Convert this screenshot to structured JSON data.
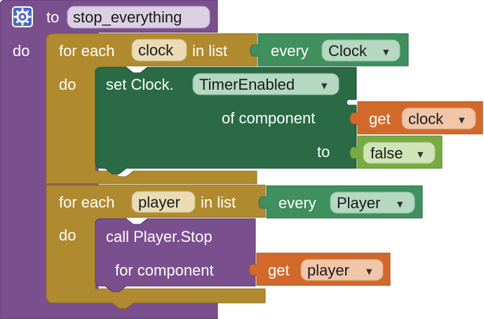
{
  "procedure": {
    "to_label": "to",
    "name": "stop_everything",
    "do_label": "do",
    "gear_icon": "gear-icon"
  },
  "loop_clock": {
    "for_each_label": "for each",
    "var_name": "clock",
    "in_list_label": "in list",
    "do_label": "do",
    "every_label": "every",
    "every_component": "Clock"
  },
  "set_block": {
    "set_label": "set Clock.",
    "property": "TimerEnabled",
    "of_component_label": "of component",
    "to_label": "to",
    "get_label": "get",
    "get_var": "clock",
    "value": "false"
  },
  "loop_player": {
    "for_each_label": "for each",
    "var_name": "player",
    "in_list_label": "in list",
    "do_label": "do",
    "every_label": "every",
    "every_component": "Player"
  },
  "call_block": {
    "call_label": "call Player.Stop",
    "for_component_label": "for component",
    "get_label": "get",
    "get_var": "player"
  },
  "colors": {
    "procedure": "#7a4f8e",
    "loop": "#b08a2e",
    "component": "#3f8f5f",
    "setter": "#2a6a44",
    "variable": "#d2692a",
    "logic": "#77ab41",
    "call": "#7a4f8e"
  },
  "dropdown_arrow": "▼"
}
